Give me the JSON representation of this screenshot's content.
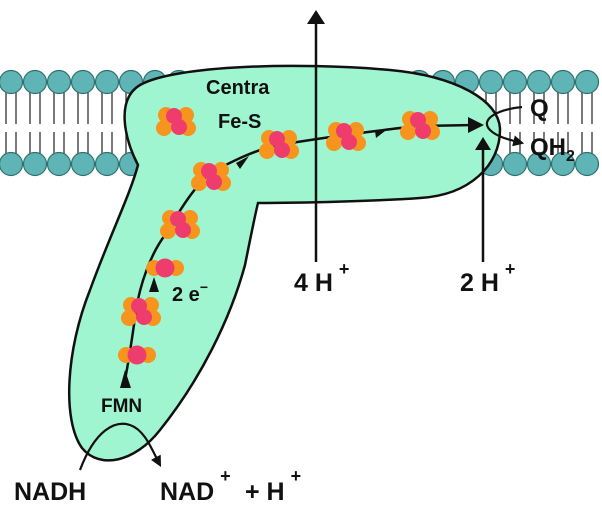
{
  "title": "Complex I electron transport",
  "labels": {
    "central_fes_line1": "Centra",
    "central_fes_line2": "Fe-S",
    "two_electrons": "2 e",
    "two_electrons_sup": "−",
    "fmn": "FMN",
    "nadh": "NADH",
    "nad_plus": "NAD",
    "nad_plus_sup": "+",
    "plus_h": "+ H",
    "plus_h_sup": "+",
    "four_h": "4 H",
    "four_h_sup": "+",
    "two_h": "2 H",
    "two_h_sup": "+",
    "q": "Q",
    "qh2": "QH",
    "qh2_sub": "2"
  },
  "colors": {
    "protein": "#9ff5cf",
    "lipid_head": "#5fb5b5",
    "fes_outer": "#f7941d",
    "fes_inner": "#ee3d6d",
    "stroke": "#111111"
  },
  "icons": {
    "fes_cluster": "iron-sulfur-cluster-icon",
    "lipid": "phospholipid-head-icon",
    "arrow": "arrow-icon"
  }
}
